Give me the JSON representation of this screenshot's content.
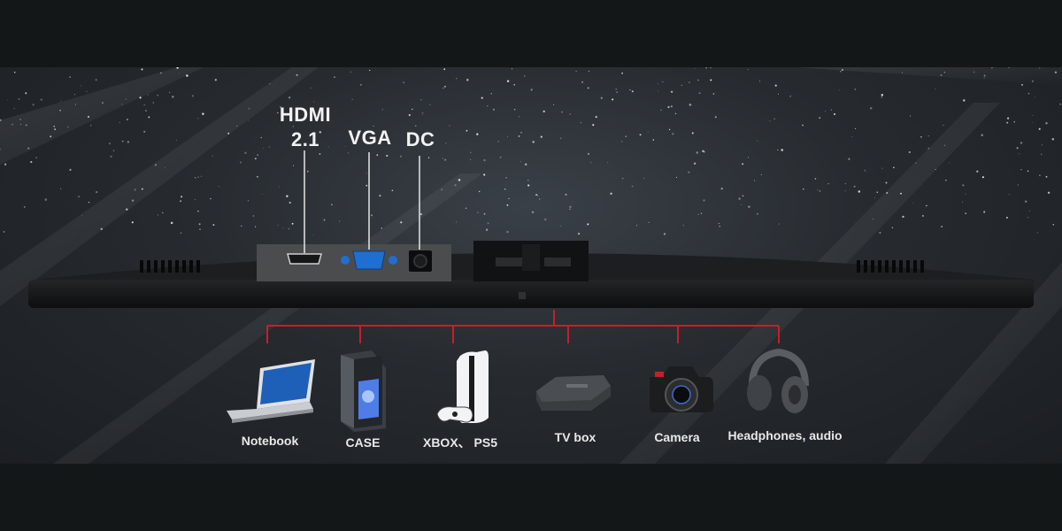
{
  "ports": {
    "hdmi_line1": "HDMI",
    "hdmi_line2": "2.1",
    "vga": "VGA",
    "dc": "DC"
  },
  "devices": [
    {
      "label": "Notebook",
      "icon": "notebook-icon"
    },
    {
      "label": "CASE",
      "icon": "pc-case-icon"
    },
    {
      "label": "XBOX、 PS5",
      "icon": "game-console-icon"
    },
    {
      "label": "TV box",
      "icon": "tv-box-icon"
    },
    {
      "label": "Camera",
      "icon": "camera-icon"
    },
    {
      "label": "Headphones, audio",
      "icon": "headphones-icon"
    }
  ],
  "colors": {
    "connector_line": "#c81e2a",
    "background": "#2a2e33",
    "vga_port": "#1f6fd0"
  }
}
